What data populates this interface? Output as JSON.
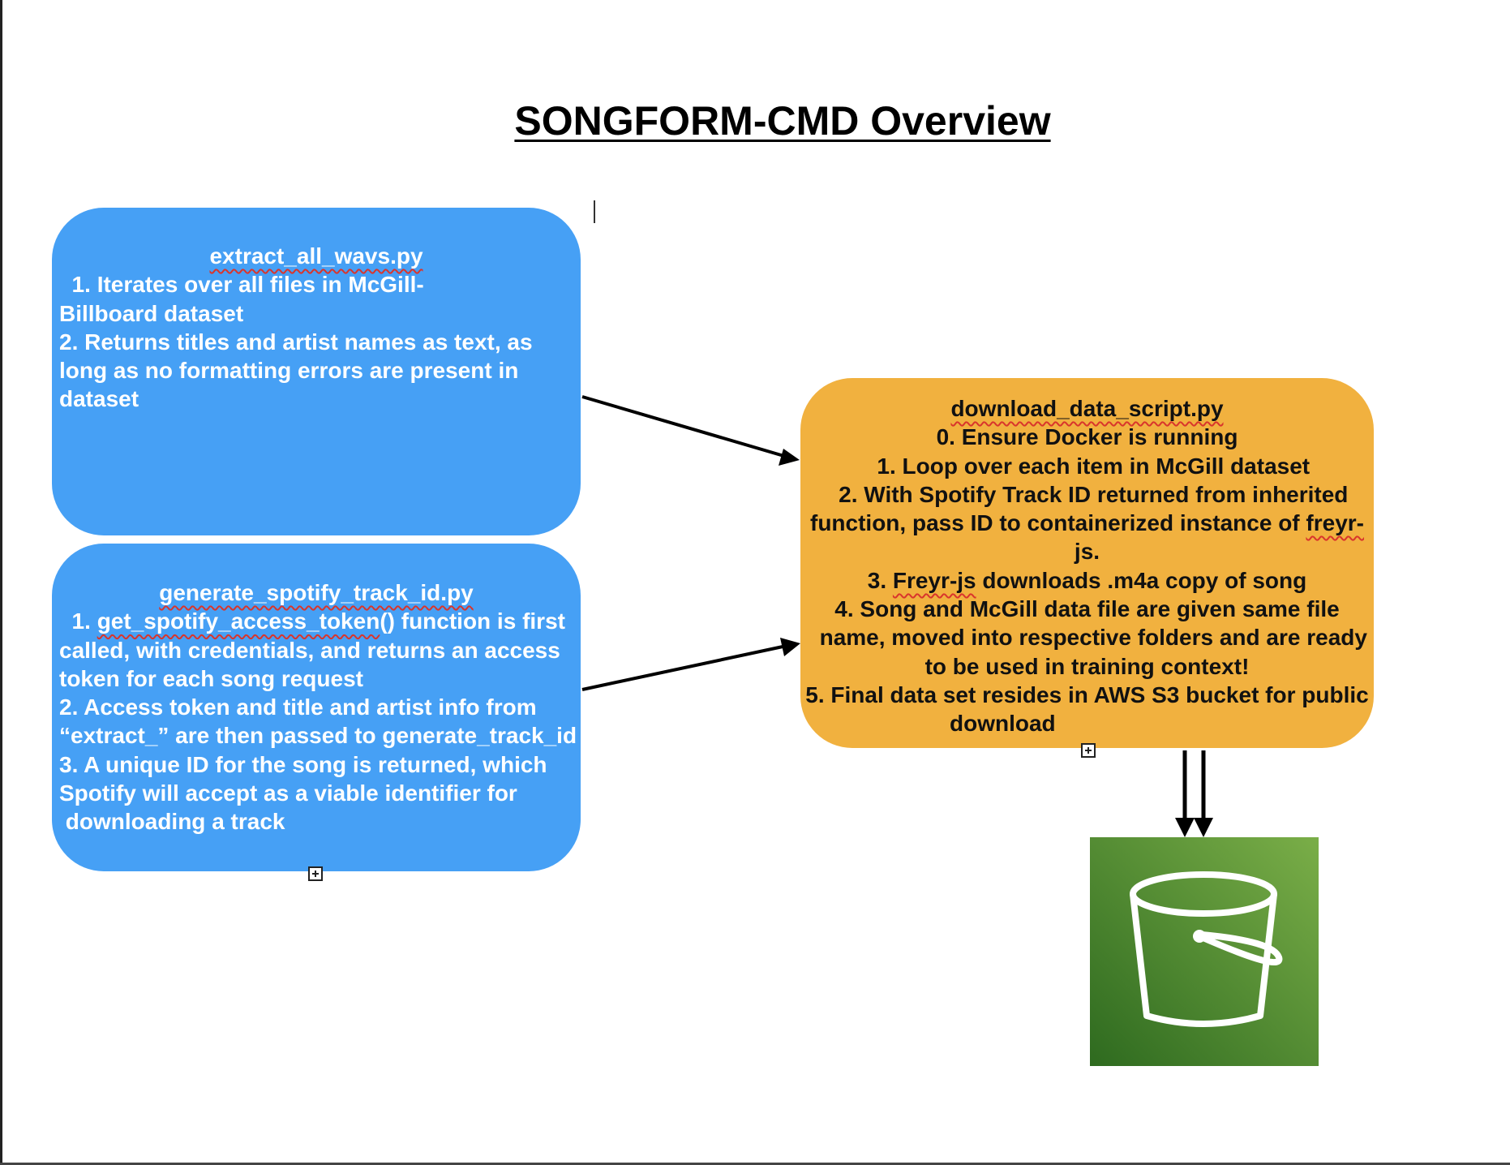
{
  "title": "SONGFORM-CMD Overview",
  "colors": {
    "blue_box": "#46a0f5",
    "orange_box": "#f1b13f",
    "s3_green_light": "#7aae48",
    "s3_green_dark": "#2e6a1f"
  },
  "icons": [
    "expand-icon",
    "s3-bucket-icon"
  ],
  "boxes": {
    "extract": {
      "name": "extract_all_wavs.py",
      "line1": "  1. Iterates over all files in McGill-",
      "line2": "Billboard dataset",
      "line3": "2. Returns titles and artist names as text, as",
      "line4": "long as no formatting errors are present in",
      "line5": "dataset"
    },
    "generate": {
      "name": "generate_spotify_track_id.py",
      "line1_pre": "  1. ",
      "line1_fn": "get_spotify_access_token",
      "line1_post": "() function is first",
      "line2": "called, with credentials, and returns an access",
      "line3": "token for each song request",
      "line4": "2. Access token and title and artist info from",
      "line5": "“extract_” are then passed to generate_track_id",
      "line6": "3. A unique ID for the song is returned, which",
      "line7": "Spotify will accept as a viable identifier for",
      "line8": " downloading a track"
    },
    "download": {
      "name": "download_data_script.py",
      "line1": "0. Ensure Docker is running",
      "line2": "  1. Loop over each item in McGill dataset",
      "line3": "  2. With Spotify Track ID returned from inherited",
      "line4_pre": "function, pass ID to containerized instance of ",
      "line4_word": "freyr-",
      "line5": "js.",
      "line6_pre": "3. ",
      "line6_word": "Freyr-js",
      "line6_post": " downloads .m4a copy of song",
      "line7": "4. Song and McGill data file are given same file",
      "line8": "  name, moved into respective folders and are ready",
      "line9": "to be used in training context!",
      "line10": "5. Final data set resides in AWS S3 bucket for public",
      "line11": "download"
    }
  }
}
